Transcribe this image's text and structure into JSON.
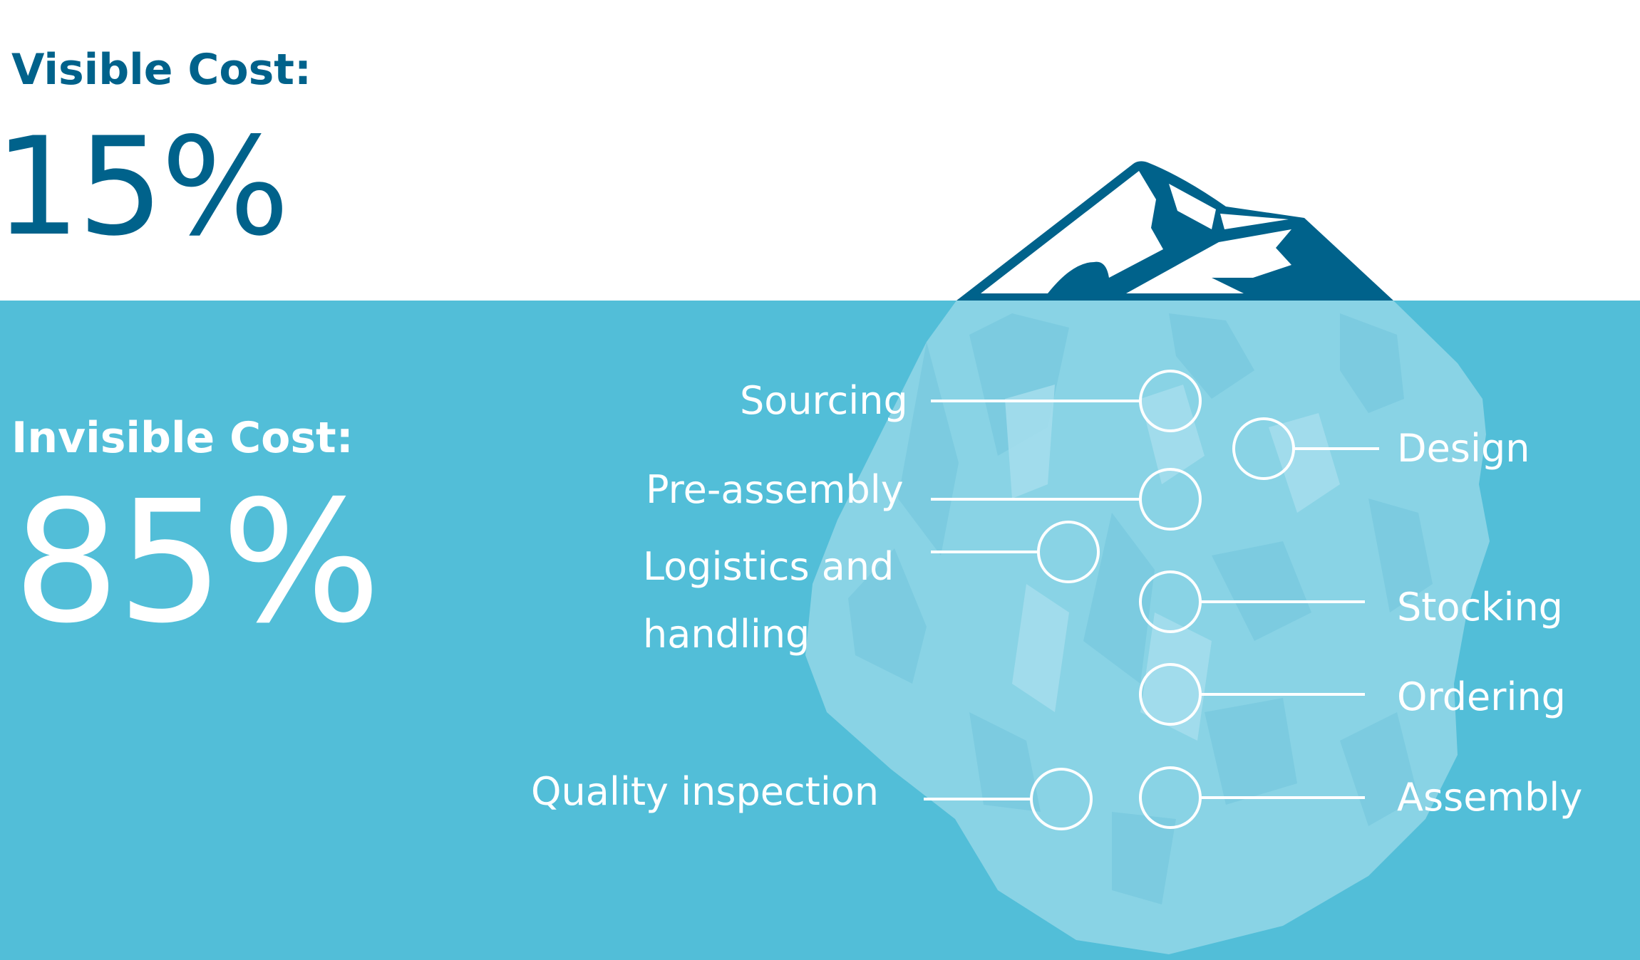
{
  "visible": {
    "heading": "Visible Cost:",
    "percent": "15%"
  },
  "invisible": {
    "heading": "Invisible Cost:",
    "percent": "85%"
  },
  "colors": {
    "dark_blue": "#00628b",
    "water": "#52bed8",
    "ice_light": "#8fd5e7",
    "ice_mid": "#7ccbe0",
    "white": "#ffffff"
  },
  "items": [
    {
      "label": "Sourcing"
    },
    {
      "label": "Design"
    },
    {
      "label": "Pre-assembly"
    },
    {
      "label": "Logistics and handling"
    },
    {
      "label": "Stocking"
    },
    {
      "label": "Ordering"
    },
    {
      "label": "Quality inspection"
    },
    {
      "label": "Assembly"
    }
  ]
}
